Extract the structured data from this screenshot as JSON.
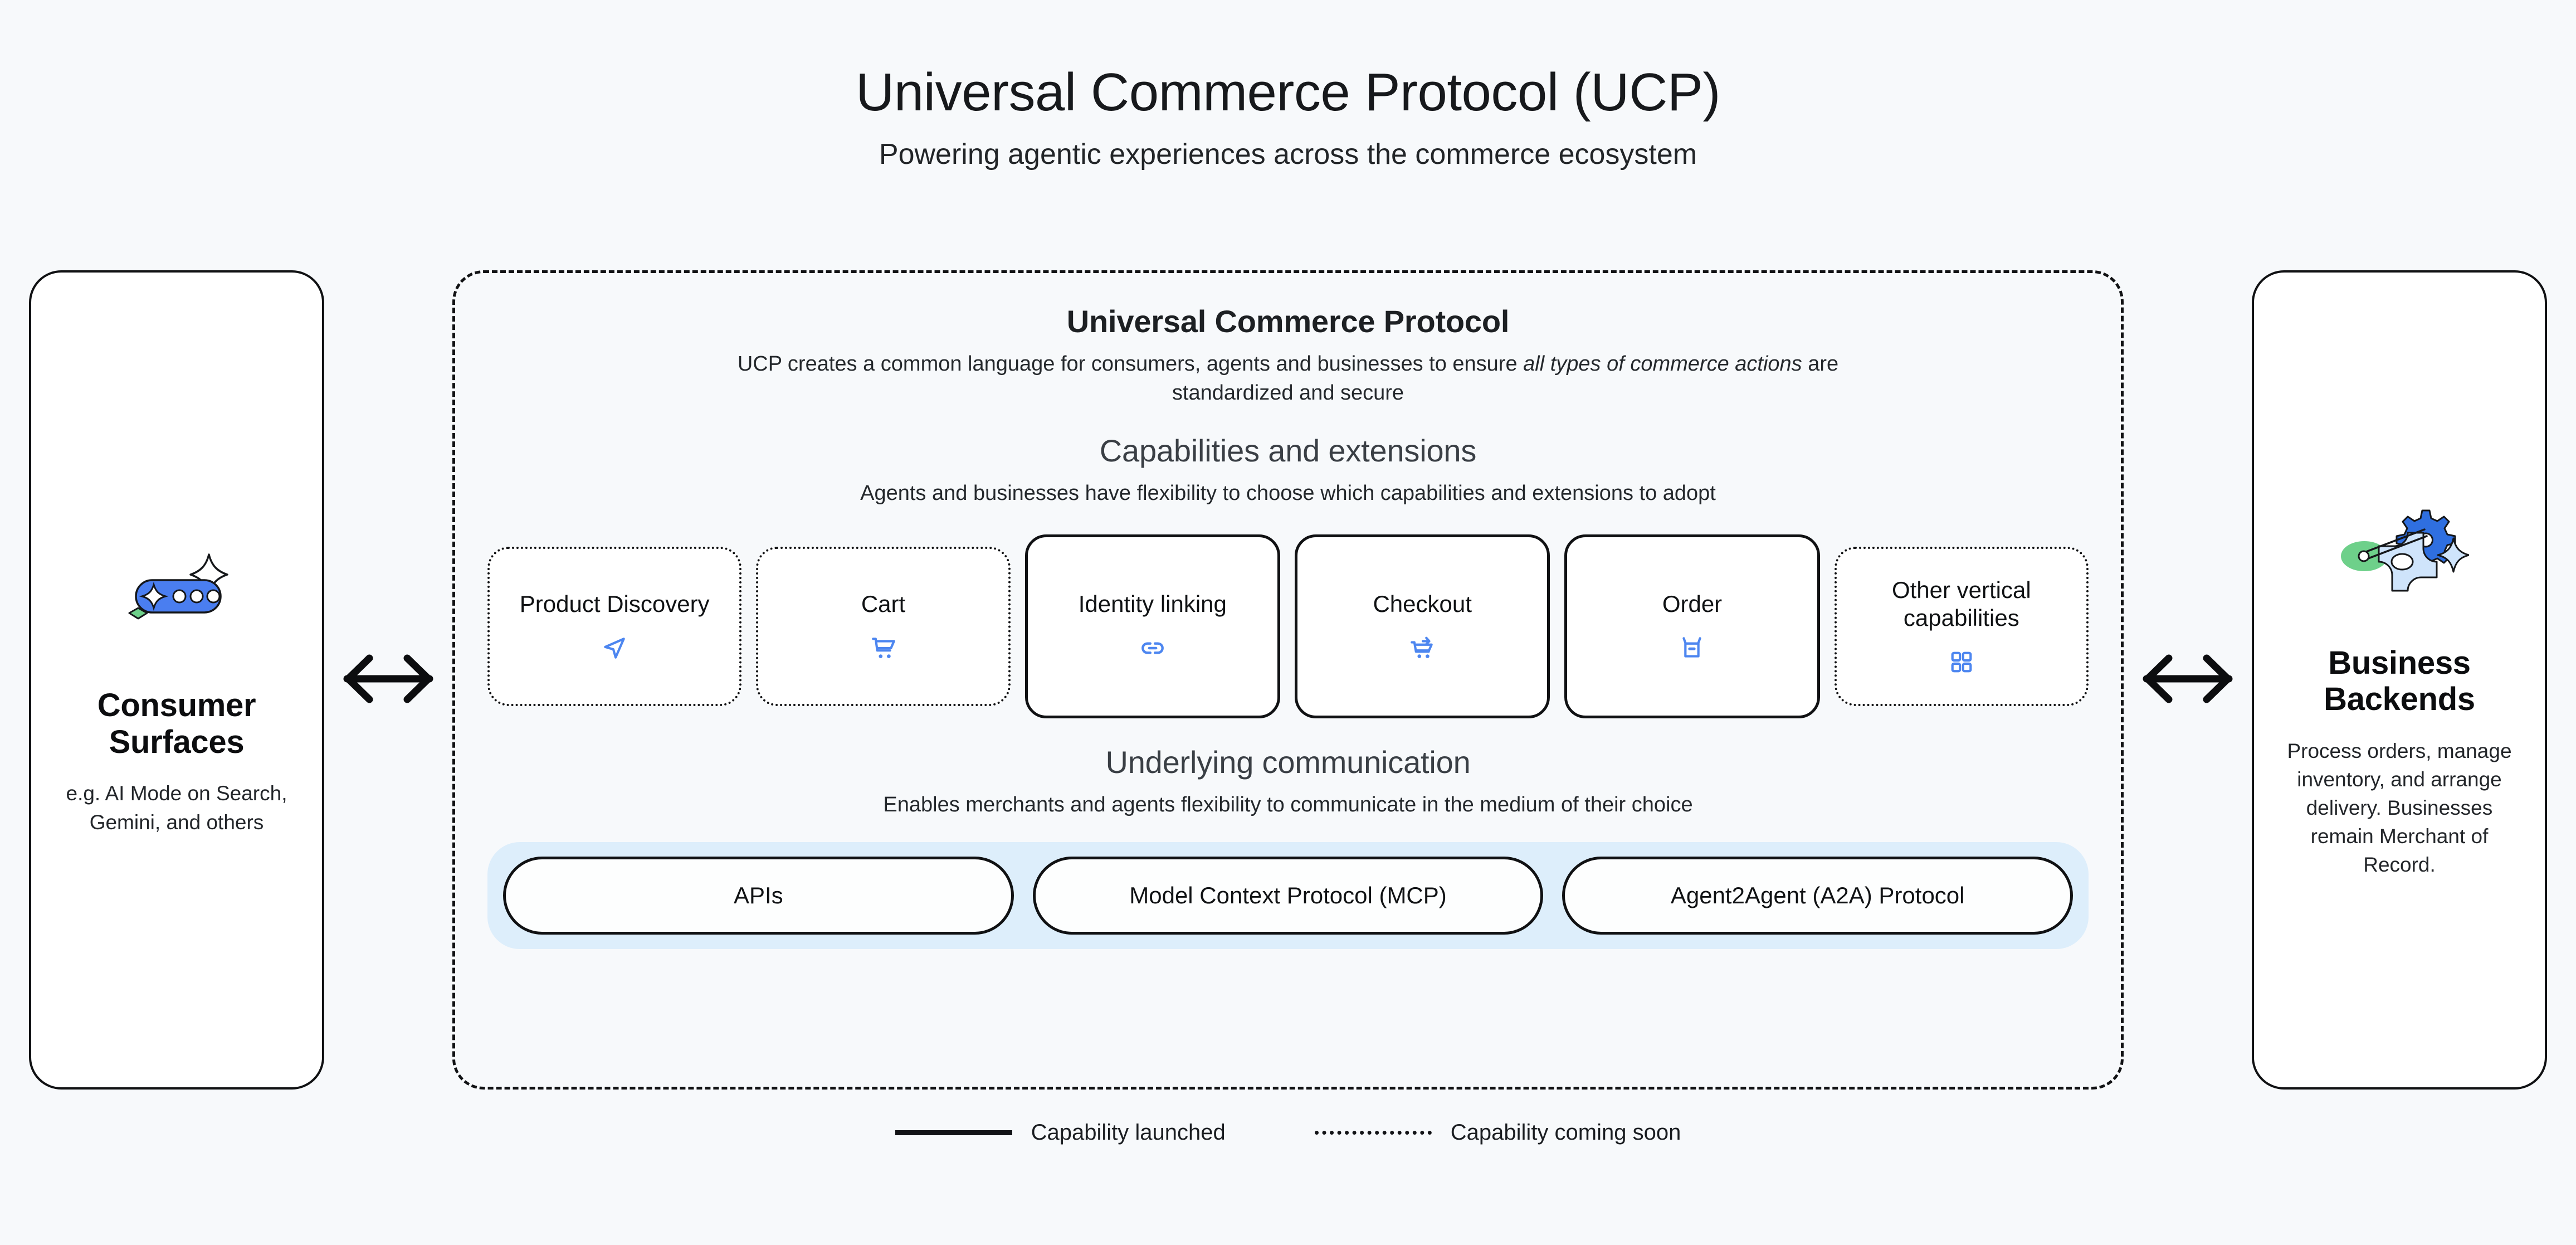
{
  "header": {
    "title": "Universal Commerce Protocol (UCP)",
    "subtitle": "Powering agentic experiences across the commerce ecosystem"
  },
  "left_panel": {
    "icon": "ai-chat-sparkle-icon",
    "title": "Consumer Surfaces",
    "description": "e.g. AI Mode on Search, Gemini, and others"
  },
  "right_panel": {
    "icon": "gears-settings-icon",
    "title": "Business Backends",
    "description": "Process orders, manage inventory, and arrange delivery. Businesses remain Merchant of Record."
  },
  "arrows": {
    "left": "bidirectional-arrow-icon",
    "right": "bidirectional-arrow-icon"
  },
  "ucp": {
    "title": "Universal Commerce Protocol",
    "description_pre": "UCP creates a common language for consumers, agents and businesses to ensure ",
    "description_em": "all types of commerce actions",
    "description_post": " are standardized and secure",
    "capabilities_section": {
      "title": "Capabilities and extensions",
      "subtitle": "Agents and businesses have flexibility to choose which capabilities and extensions to adopt",
      "cards": [
        {
          "label": "Product Discovery",
          "status": "coming-soon",
          "icon": "navigation-arrow-icon"
        },
        {
          "label": "Cart",
          "status": "coming-soon",
          "icon": "shopping-cart-icon"
        },
        {
          "label": "Identity linking",
          "status": "launched",
          "icon": "link-chain-icon"
        },
        {
          "label": "Checkout",
          "status": "launched",
          "icon": "cart-checkout-icon"
        },
        {
          "label": "Order",
          "status": "launched",
          "icon": "inventory-box-icon"
        },
        {
          "label": "Other vertical capabilities",
          "status": "coming-soon",
          "icon": "grid-squares-icon"
        }
      ]
    },
    "communication_section": {
      "title": "Underlying communication",
      "subtitle": "Enables merchants and agents flexibility to communicate in the medium of their choice",
      "pills": [
        {
          "label": "APIs"
        },
        {
          "label": "Model Context Protocol (MCP)"
        },
        {
          "label": "Agent2Agent (A2A) Protocol"
        }
      ]
    }
  },
  "legend": {
    "launched": "Capability launched",
    "coming_soon": "Capability coming soon"
  },
  "colors": {
    "background": "#f7f9fb",
    "accent_blue": "#4285f4",
    "icon_blue": "#4d86f0",
    "comm_bar": "#ddeefb",
    "outline": "#101113",
    "green": "#6ed08a"
  }
}
